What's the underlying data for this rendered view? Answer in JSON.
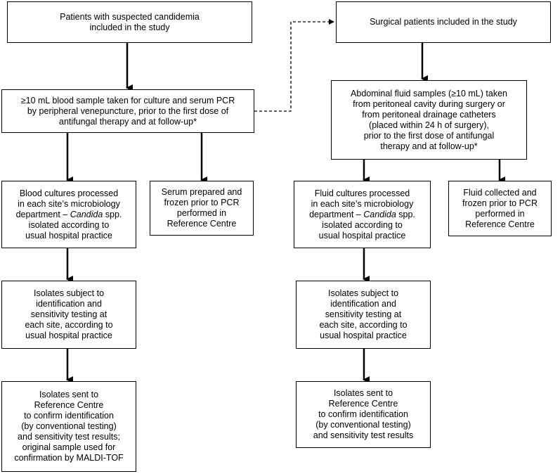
{
  "boxes": {
    "left_start": [
      "Patients with suspected candidemia",
      "included in the study"
    ],
    "right_start": [
      "Surgical patients included in the study"
    ],
    "blood_sample": [
      "≥10 mL blood sample taken for culture and serum PCR",
      "by peripheral venepuncture, prior to the first dose of",
      "antifungal therapy and at follow-up*"
    ],
    "abdominal_fluid": [
      "Abdominal fluid samples (≥10 mL) taken",
      "from peritoneal cavity during surgery or",
      "from peritoneal drainage catheters",
      "(placed within 24 h of surgery),",
      "prior to the first dose of antifungal",
      "therapy and at follow-up*"
    ],
    "blood_cultures": [
      "Blood cultures processed",
      "in each site’s microbiology",
      "department – Candida spp.",
      "isolated according to",
      "usual hospital practice"
    ],
    "serum": [
      "Serum prepared and",
      "frozen prior to PCR",
      "performed in",
      "Reference Centre"
    ],
    "fluid_cultures": [
      "Fluid cultures processed",
      "in each site’s microbiology",
      "department – Candida spp.",
      "isolated according to",
      "usual hospital practice"
    ],
    "fluid_collected": [
      "Fluid collected and",
      "frozen prior to PCR",
      "performed in",
      "Reference Centre"
    ],
    "isolates_left": [
      "Isolates subject to",
      "identification and",
      "sensitivity testing at",
      "each site, according to",
      "usual hospital practice"
    ],
    "isolates_right": [
      "Isolates subject to",
      "identification and",
      "sensitivity testing at",
      "each site, according to",
      "usual hospital practice"
    ],
    "sent_left": [
      "Isolates sent to",
      "Reference Centre",
      "to confirm identification",
      "(by conventional testing)",
      "and sensitivity test results;",
      "original sample used for",
      "confirmation by MALDI-TOF"
    ],
    "sent_right": [
      "Isolates sent to",
      "Reference Centre",
      "to confirm identification",
      "(by conventional testing)",
      "and sensitivity test results"
    ]
  },
  "italic_terms": [
    "Candida"
  ],
  "edges": [
    {
      "from": "left_start",
      "to": "blood_sample",
      "style": "solid"
    },
    {
      "from": "blood_sample",
      "to": "right_start",
      "style": "dashed"
    },
    {
      "from": "right_start",
      "to": "abdominal_fluid",
      "style": "solid"
    },
    {
      "from": "blood_sample",
      "to": "blood_cultures",
      "style": "solid"
    },
    {
      "from": "blood_sample",
      "to": "serum",
      "style": "solid"
    },
    {
      "from": "abdominal_fluid",
      "to": "fluid_cultures",
      "style": "solid"
    },
    {
      "from": "abdominal_fluid",
      "to": "fluid_collected",
      "style": "solid"
    },
    {
      "from": "blood_cultures",
      "to": "isolates_left",
      "style": "solid"
    },
    {
      "from": "fluid_cultures",
      "to": "isolates_right",
      "style": "solid"
    },
    {
      "from": "isolates_left",
      "to": "sent_left",
      "style": "solid"
    },
    {
      "from": "isolates_right",
      "to": "sent_right",
      "style": "solid"
    }
  ]
}
